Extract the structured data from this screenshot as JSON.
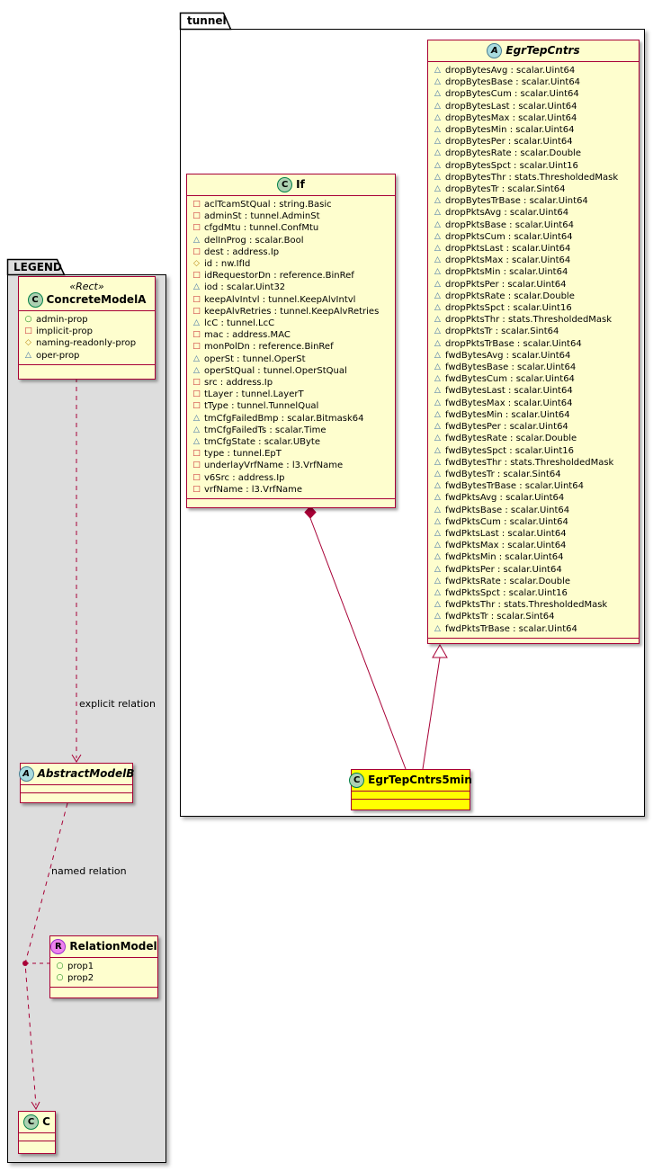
{
  "packages": {
    "tunnel": {
      "label": "tunnel"
    },
    "legend": {
      "label": "LEGEND"
    }
  },
  "relation_labels": {
    "explicit": "explicit relation",
    "named": "named relation"
  },
  "classes": {
    "egr_tep_cntrs": {
      "spot": "A",
      "name": "EgrTepCntrs",
      "attributes": [
        {
          "visibility": "oper",
          "text": "dropBytesAvg : scalar.Uint64"
        },
        {
          "visibility": "oper",
          "text": "dropBytesBase : scalar.Uint64"
        },
        {
          "visibility": "oper",
          "text": "dropBytesCum : scalar.Uint64"
        },
        {
          "visibility": "oper",
          "text": "dropBytesLast : scalar.Uint64"
        },
        {
          "visibility": "oper",
          "text": "dropBytesMax : scalar.Uint64"
        },
        {
          "visibility": "oper",
          "text": "dropBytesMin : scalar.Uint64"
        },
        {
          "visibility": "oper",
          "text": "dropBytesPer : scalar.Uint64"
        },
        {
          "visibility": "oper",
          "text": "dropBytesRate : scalar.Double"
        },
        {
          "visibility": "oper",
          "text": "dropBytesSpct : scalar.Uint16"
        },
        {
          "visibility": "oper",
          "text": "dropBytesThr : stats.ThresholdedMask"
        },
        {
          "visibility": "oper",
          "text": "dropBytesTr : scalar.Sint64"
        },
        {
          "visibility": "oper",
          "text": "dropBytesTrBase : scalar.Uint64"
        },
        {
          "visibility": "oper",
          "text": "dropPktsAvg : scalar.Uint64"
        },
        {
          "visibility": "oper",
          "text": "dropPktsBase : scalar.Uint64"
        },
        {
          "visibility": "oper",
          "text": "dropPktsCum : scalar.Uint64"
        },
        {
          "visibility": "oper",
          "text": "dropPktsLast : scalar.Uint64"
        },
        {
          "visibility": "oper",
          "text": "dropPktsMax : scalar.Uint64"
        },
        {
          "visibility": "oper",
          "text": "dropPktsMin : scalar.Uint64"
        },
        {
          "visibility": "oper",
          "text": "dropPktsPer : scalar.Uint64"
        },
        {
          "visibility": "oper",
          "text": "dropPktsRate : scalar.Double"
        },
        {
          "visibility": "oper",
          "text": "dropPktsSpct : scalar.Uint16"
        },
        {
          "visibility": "oper",
          "text": "dropPktsThr : stats.ThresholdedMask"
        },
        {
          "visibility": "oper",
          "text": "dropPktsTr : scalar.Sint64"
        },
        {
          "visibility": "oper",
          "text": "dropPktsTrBase : scalar.Uint64"
        },
        {
          "visibility": "oper",
          "text": "fwdBytesAvg : scalar.Uint64"
        },
        {
          "visibility": "oper",
          "text": "fwdBytesBase : scalar.Uint64"
        },
        {
          "visibility": "oper",
          "text": "fwdBytesCum : scalar.Uint64"
        },
        {
          "visibility": "oper",
          "text": "fwdBytesLast : scalar.Uint64"
        },
        {
          "visibility": "oper",
          "text": "fwdBytesMax : scalar.Uint64"
        },
        {
          "visibility": "oper",
          "text": "fwdBytesMin : scalar.Uint64"
        },
        {
          "visibility": "oper",
          "text": "fwdBytesPer : scalar.Uint64"
        },
        {
          "visibility": "oper",
          "text": "fwdBytesRate : scalar.Double"
        },
        {
          "visibility": "oper",
          "text": "fwdBytesSpct : scalar.Uint16"
        },
        {
          "visibility": "oper",
          "text": "fwdBytesThr : stats.ThresholdedMask"
        },
        {
          "visibility": "oper",
          "text": "fwdBytesTr : scalar.Sint64"
        },
        {
          "visibility": "oper",
          "text": "fwdBytesTrBase : scalar.Uint64"
        },
        {
          "visibility": "oper",
          "text": "fwdPktsAvg : scalar.Uint64"
        },
        {
          "visibility": "oper",
          "text": "fwdPktsBase : scalar.Uint64"
        },
        {
          "visibility": "oper",
          "text": "fwdPktsCum : scalar.Uint64"
        },
        {
          "visibility": "oper",
          "text": "fwdPktsLast : scalar.Uint64"
        },
        {
          "visibility": "oper",
          "text": "fwdPktsMax : scalar.Uint64"
        },
        {
          "visibility": "oper",
          "text": "fwdPktsMin : scalar.Uint64"
        },
        {
          "visibility": "oper",
          "text": "fwdPktsPer : scalar.Uint64"
        },
        {
          "visibility": "oper",
          "text": "fwdPktsRate : scalar.Double"
        },
        {
          "visibility": "oper",
          "text": "fwdPktsSpct : scalar.Uint16"
        },
        {
          "visibility": "oper",
          "text": "fwdPktsThr : stats.ThresholdedMask"
        },
        {
          "visibility": "oper",
          "text": "fwdPktsTr : scalar.Sint64"
        },
        {
          "visibility": "oper",
          "text": "fwdPktsTrBase : scalar.Uint64"
        }
      ]
    },
    "if": {
      "spot": "C",
      "name": "If",
      "attributes": [
        {
          "visibility": "implicit",
          "text": "aclTcamStQual : string.Basic"
        },
        {
          "visibility": "implicit",
          "text": "adminSt : tunnel.AdminSt"
        },
        {
          "visibility": "implicit",
          "text": "cfgdMtu : tunnel.ConfMtu"
        },
        {
          "visibility": "oper",
          "text": "delInProg : scalar.Bool"
        },
        {
          "visibility": "implicit",
          "text": "dest : address.Ip"
        },
        {
          "visibility": "naming",
          "text": "id : nw.IfId"
        },
        {
          "visibility": "implicit",
          "text": "idRequestorDn : reference.BinRef"
        },
        {
          "visibility": "oper",
          "text": "iod : scalar.Uint32"
        },
        {
          "visibility": "implicit",
          "text": "keepAlvIntvl : tunnel.KeepAlvIntvl"
        },
        {
          "visibility": "implicit",
          "text": "keepAlvRetries : tunnel.KeepAlvRetries"
        },
        {
          "visibility": "oper",
          "text": "lcC : tunnel.LcC"
        },
        {
          "visibility": "implicit",
          "text": "mac : address.MAC"
        },
        {
          "visibility": "implicit",
          "text": "monPolDn : reference.BinRef"
        },
        {
          "visibility": "oper",
          "text": "operSt : tunnel.OperSt"
        },
        {
          "visibility": "oper",
          "text": "operStQual : tunnel.OperStQual"
        },
        {
          "visibility": "implicit",
          "text": "src : address.Ip"
        },
        {
          "visibility": "implicit",
          "text": "tLayer : tunnel.LayerT"
        },
        {
          "visibility": "implicit",
          "text": "tType : tunnel.TunnelQual"
        },
        {
          "visibility": "oper",
          "text": "tmCfgFailedBmp : scalar.Bitmask64"
        },
        {
          "visibility": "oper",
          "text": "tmCfgFailedTs : scalar.Time"
        },
        {
          "visibility": "oper",
          "text": "tmCfgState : scalar.UByte"
        },
        {
          "visibility": "implicit",
          "text": "type : tunnel.EpT"
        },
        {
          "visibility": "implicit",
          "text": "underlayVrfName : l3.VrfName"
        },
        {
          "visibility": "implicit",
          "text": "v6Src : address.Ip"
        },
        {
          "visibility": "implicit",
          "text": "vrfName : l3.VrfName"
        }
      ]
    },
    "egr_tep_cntrs_5min": {
      "spot": "C",
      "name": "EgrTepCntrs5min"
    },
    "concrete_model_a": {
      "spot": "C",
      "stereotype": "«Rect»",
      "name": "ConcreteModelA",
      "attributes": [
        {
          "visibility": "admin",
          "text": "admin-prop"
        },
        {
          "visibility": "implicit",
          "text": "implicit-prop"
        },
        {
          "visibility": "naming",
          "text": "naming-readonly-prop"
        },
        {
          "visibility": "oper",
          "text": "oper-prop"
        }
      ]
    },
    "abstract_model_b": {
      "spot": "A",
      "name": "AbstractModelB"
    },
    "relation_model": {
      "spot": "R",
      "name": "RelationModel",
      "attributes": [
        {
          "visibility": "admin",
          "text": "prop1"
        },
        {
          "visibility": "admin",
          "text": "prop2"
        }
      ]
    },
    "c_model": {
      "spot": "C",
      "name": "C"
    }
  },
  "colors": {
    "class_bg": "#FEFECE",
    "class_border": "#A80036",
    "highlight_bg": "#FFFF00",
    "legend_bg": "#DDDDDD",
    "relation_line": "#A80036"
  }
}
